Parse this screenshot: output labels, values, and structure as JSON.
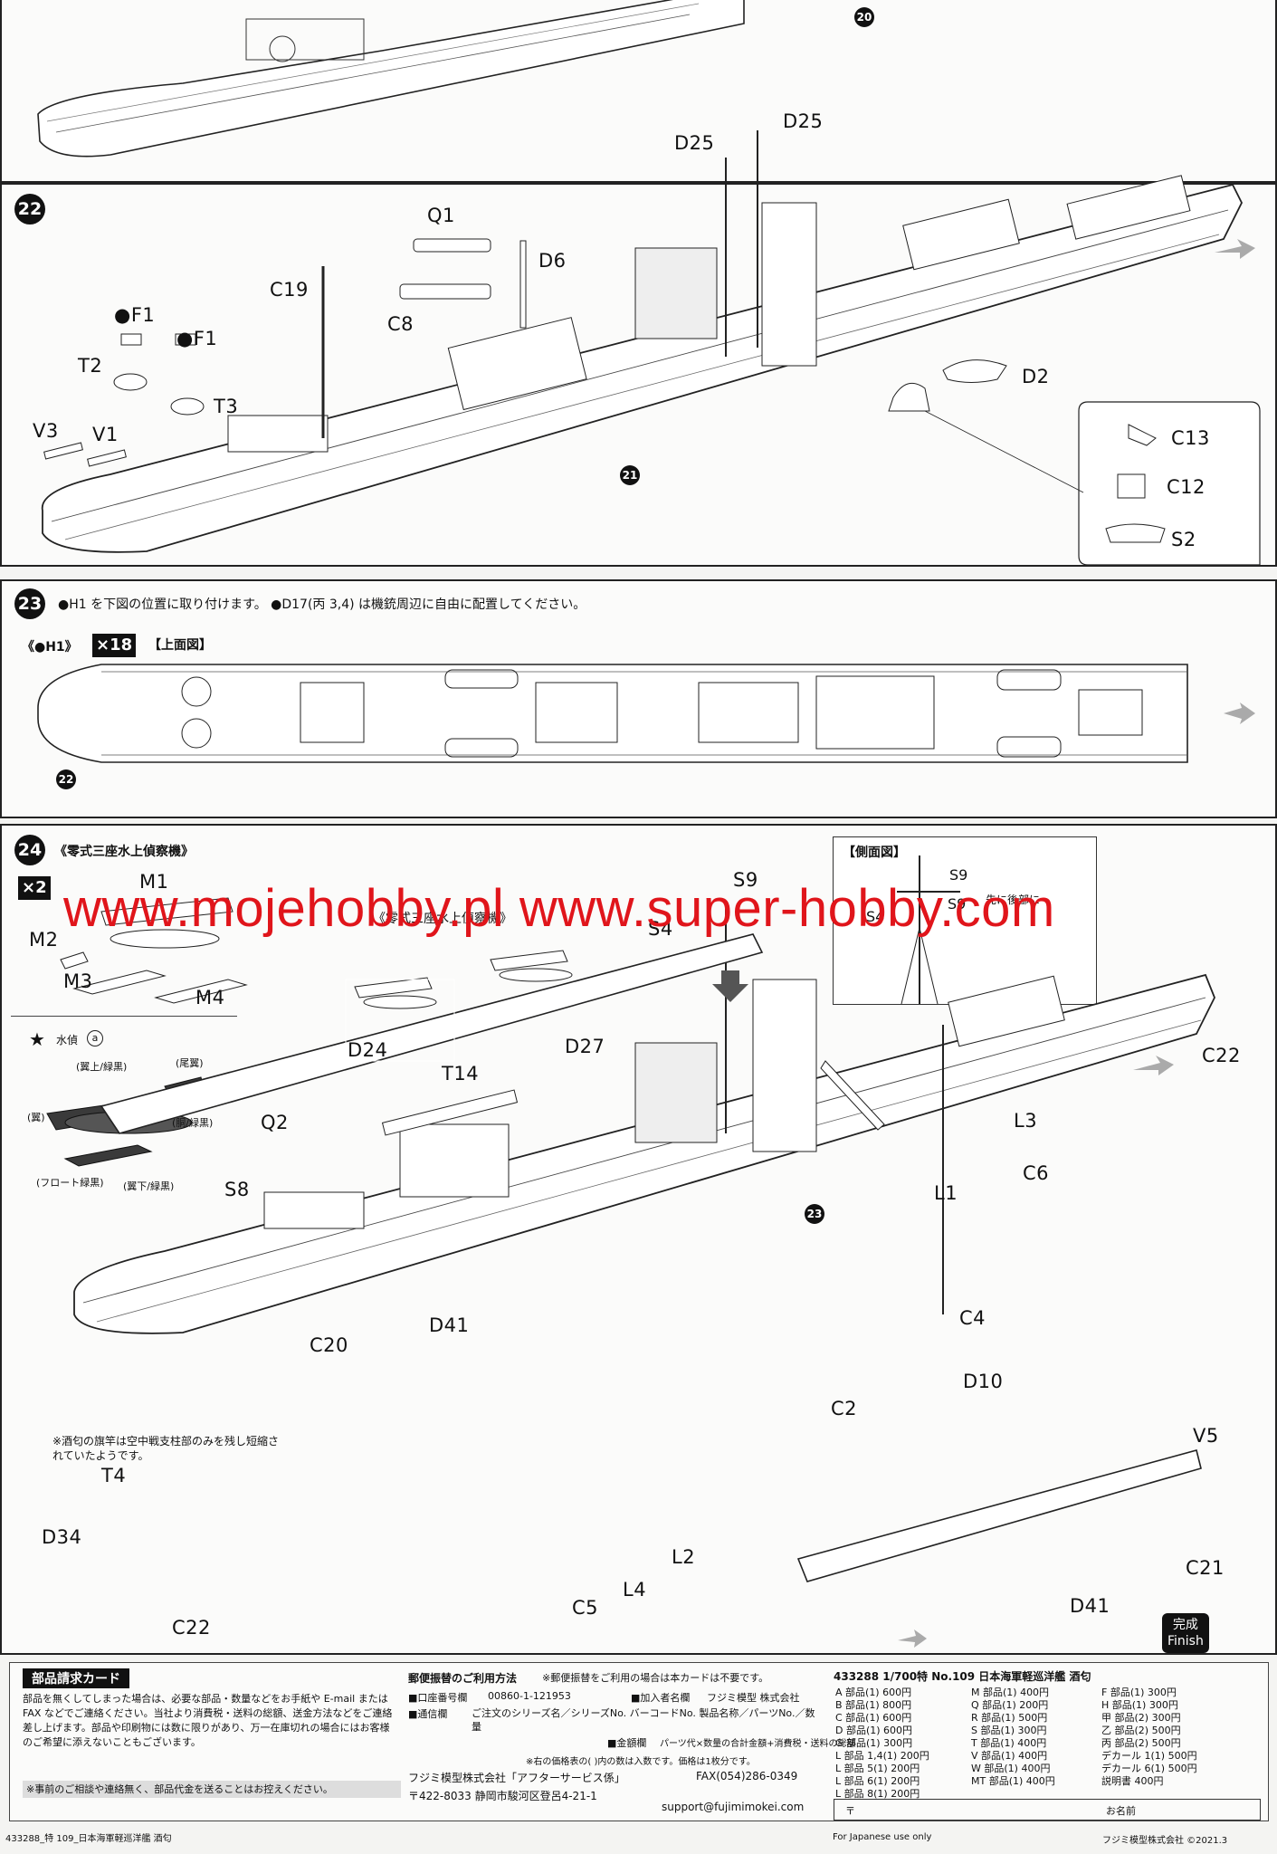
{
  "steps": {
    "s20": {
      "ref": "20"
    },
    "s22": {
      "num": "22",
      "ref": "21",
      "parts": [
        "D25",
        "D25",
        "Q1",
        "D6",
        "C19",
        "C8",
        "●F1",
        "●F1",
        "T2",
        "T3",
        "V3",
        "V1",
        "D2",
        "C13",
        "C12",
        "S2"
      ]
    },
    "s23": {
      "num": "23",
      "ref": "22",
      "instruction": "●H1 を下図の位置に取り付けます。 ●D17(丙 3,4) は機銃周辺に自由に配置してください。",
      "sub_label": "《●H1》",
      "count": "×18",
      "view_label": "【上面図】"
    },
    "s24": {
      "num": "24",
      "ref": "23",
      "title": "《零式三座水上偵察機》",
      "count": "×2",
      "side_view": "【側面図】",
      "side_labels": [
        "S9",
        "S4",
        "S9"
      ],
      "side_note": "先に後部に",
      "plane_parts": [
        "M1",
        "M2",
        "M3",
        "M4"
      ],
      "paint_label": "水偵",
      "paint_ref": "a",
      "paint_notes": [
        "(翼上/緑黒)",
        "(尾翼)",
        "(翼)",
        "(胴/緑黒)",
        "(フロート緑黒)",
        "(翼下/緑黒)"
      ],
      "plane_callout": "《零式三座水上偵察機》",
      "parts": [
        "S9",
        "S4",
        "D24",
        "D27",
        "T14",
        "Q2",
        "S8",
        "C22",
        "L3",
        "C6",
        "L1",
        "D41",
        "C20"
      ],
      "note": "※酒匂の旗竿は空中戦支柱部のみを残し短縮されていたようです。",
      "final_parts": [
        "T4",
        "D34",
        "C22",
        "L2",
        "L4",
        "C5",
        "C4",
        "D10",
        "C2",
        "V5",
        "C21",
        "D41"
      ],
      "finish": "完成",
      "finish_en": "Finish"
    }
  },
  "watermark": "www.mojehobby.pl www.super-hobby.com",
  "order_card": {
    "title": "部品請求カード",
    "body": "部品を無くしてしまった場合は、必要な部品・数量などをお手紙や E-mail または FAX などでご連絡ください。当社より消費税・送料の総額、送金方法などをご連絡差し上げます。部品や印刷物には数に限りがあり、万一在庫切れの場合にはお客様のご希望に添えないこともございます。",
    "note": "※事前のご相談や連絡無く、部品代金を送ることはお控えください。",
    "transfer_title": "郵便振替のご利用方法",
    "transfer_note": "※郵便振替をご利用の場合は本カードは不要です。",
    "account_label": "■口座番号欄",
    "account_no": "00860-1-121953",
    "holder_label": "■加入者名欄",
    "holder": "フジミ模型 株式会社",
    "comm_label": "■通信欄",
    "comm_text": "ご注文のシリーズ名／シリーズNo. バーコードNo. 製品名称／パーツNo.／数量",
    "amount_label": "■金額欄",
    "amount_text": "パーツ代×数量の合計金額+消費税・送料の総額",
    "price_note": "※右の価格表の( )内の数は入数です。価格は1枚分です。",
    "company": "フジミ模型株式会社「アフターサービス係」",
    "fax": "FAX(054)286-0349",
    "address": "〒422-8033 静岡市駿河区登呂4-21-1",
    "email": "support@fujimimokei.com",
    "product": "433288 1/700特 No.109 日本海軍軽巡洋艦 酒匂",
    "table_col1": [
      "A 部品(1)  600円",
      "B 部品(1)  800円",
      "C 部品(1)  600円",
      "D 部品(1)  600円",
      "G 部品(1)  300円",
      "L 部品 1,4(1)  200円",
      "L 部品 5(1)  200円",
      "L 部品 6(1)  200円",
      "L 部品 8(1)  200円"
    ],
    "table_col2": [
      "M 部品(1)  400円",
      "Q 部品(1)  200円",
      "R 部品(1)  500円",
      "S 部品(1)  300円",
      "T 部品(1)  400円",
      "V 部品(1)  400円",
      "W 部品(1)  400円",
      "MT 部品(1)  400円"
    ],
    "table_col3": [
      "F 部品(1)  300円",
      "H 部品(1)  300円",
      "甲 部品(2)  300円",
      "乙 部品(2)  500円",
      "丙 部品(2)  500円",
      "デカール 1(1)  500円",
      "デカール 6(1)  500円",
      "説明書  400円"
    ],
    "form_labels": [
      "〒",
      "お名前"
    ],
    "domestic": "For Japanese use only",
    "copyright": "フジミ模型株式会社 ©2021.3",
    "footer_code": "433288_特 109_日本海軍軽巡洋艦 酒匂"
  }
}
